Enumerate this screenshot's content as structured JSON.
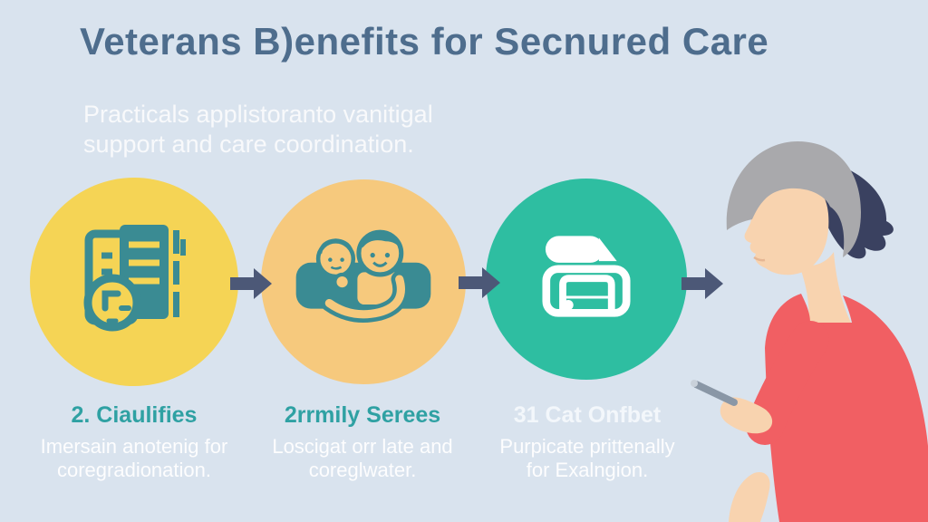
{
  "title": "Veterans B)enefits for Secnured Care",
  "subtitle": {
    "line1": "Practicals applistoranto vanitigal",
    "line2": "support and care coordination."
  },
  "steps": [
    {
      "heading": "2. Ciaulifies",
      "heading_color": "#2FA1A3",
      "body_line1": "Imersain anotenig for",
      "body_line2": "coregradionation.",
      "circle_color": "#F5D455",
      "icon": "document-clock-icon"
    },
    {
      "heading": "2rrmily Serees",
      "heading_color": "#2FA1A3",
      "body_line1": "Loscigat orr late and",
      "body_line2": "coreglwater.",
      "circle_color": "#F6C97D",
      "icon": "caregiver-embrace-icon"
    },
    {
      "heading": "31 Cat Onfbet",
      "heading_color": "#F3F7FB",
      "body_line1": "Purpicate prittenally",
      "body_line2": "for Exalngion.",
      "circle_color": "#2EBEA1",
      "icon": "printer-document-icon"
    }
  ],
  "illustration": {
    "name": "elderly-woman-using-phone"
  },
  "colors": {
    "background": "#D9E3EE",
    "title_text": "#4E6D8D",
    "light_text": "#F3F7FB",
    "arrow": "#4C5877",
    "icon_teal": "#3A8B93",
    "circle1_yellow": "#F5D455",
    "circle2_orange": "#F6C97D",
    "circle3_teal": "#2EBEA1",
    "woman_top_red": "#F15F63",
    "skin": "#F8D3AF",
    "hair_gray": "#A9A9AC",
    "ponytail_navy": "#3A4160",
    "phone_gray": "#8A97A6",
    "phone_tip_gray": "#C9D1DA"
  }
}
